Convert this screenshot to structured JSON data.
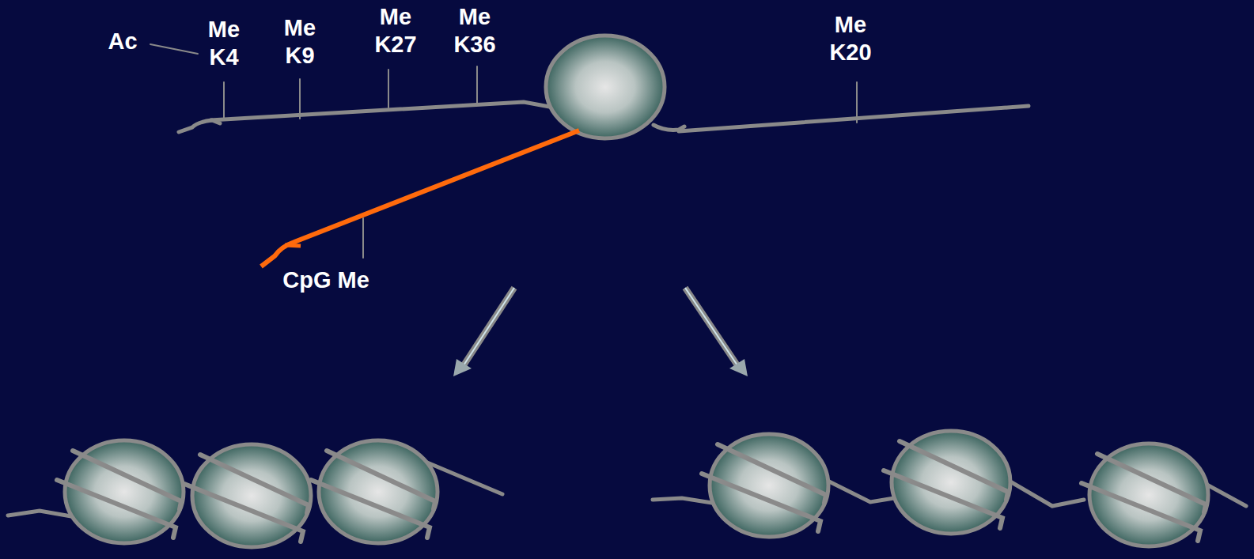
{
  "diagram": {
    "labels": [
      "Ac",
      "Me K4",
      "Me K9",
      "Me K27",
      "Me K36",
      "Me K20",
      "CpG Me"
    ]
  }
}
